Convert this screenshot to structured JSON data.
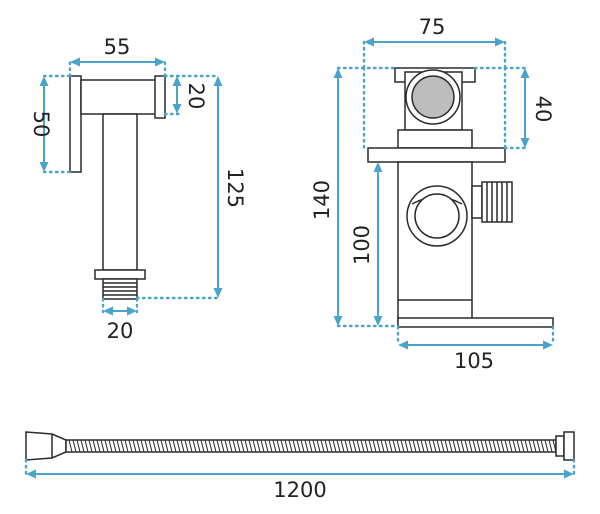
{
  "units": "",
  "dimensions": {
    "handle_width": "55",
    "handle_head_height": "50",
    "handle_collar_height": "20",
    "handle_length": "125",
    "handle_thread_diameter": "20",
    "valve_width": "75",
    "valve_knob_height": "40",
    "valve_total_height": "140",
    "valve_body_height": "100",
    "valve_depth": "105",
    "hose_length": "1200"
  },
  "colors": {
    "dimension_line": "#4aa3c8",
    "outline": "#2b2b2b",
    "knob_fill": "#bdbdbd"
  }
}
